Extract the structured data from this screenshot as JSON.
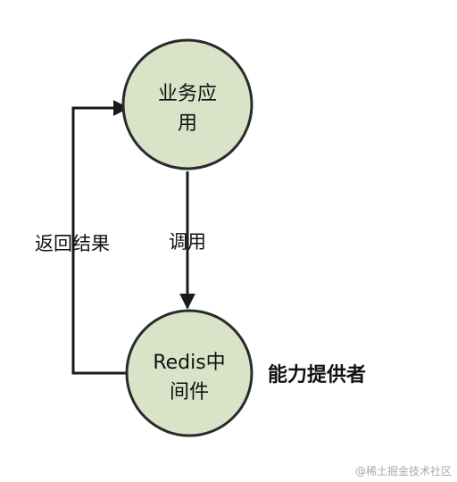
{
  "colors": {
    "node_fill": "#d8e3c7",
    "node_stroke": "#2a2a2a",
    "edge_stroke": "#1a1a1a",
    "watermark": "#a8a8a8"
  },
  "nodes": {
    "app": {
      "label_line1": "业务应",
      "label_line2": "用"
    },
    "redis": {
      "label_line1": "Redis中",
      "label_line2": "间件"
    }
  },
  "edges": {
    "call_label": "调用",
    "return_label": "返回结果"
  },
  "annotation": "能力提供者",
  "watermark": "@稀土掘金技术社区"
}
